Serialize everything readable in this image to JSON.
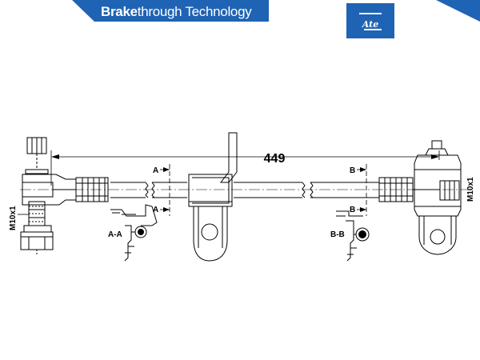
{
  "header": {
    "brand_bold": "Brake",
    "brand_rest": "through Technology",
    "logo": "Ate"
  },
  "colors": {
    "brand_blue": "#1f63b4",
    "line": "#000000"
  },
  "dimension": {
    "length": "449"
  },
  "thread_left": "M10x1",
  "thread_right": "M10x1",
  "section_a": {
    "marker": "A",
    "label": "A-A"
  },
  "section_b": {
    "marker": "B",
    "label": "B-B"
  }
}
